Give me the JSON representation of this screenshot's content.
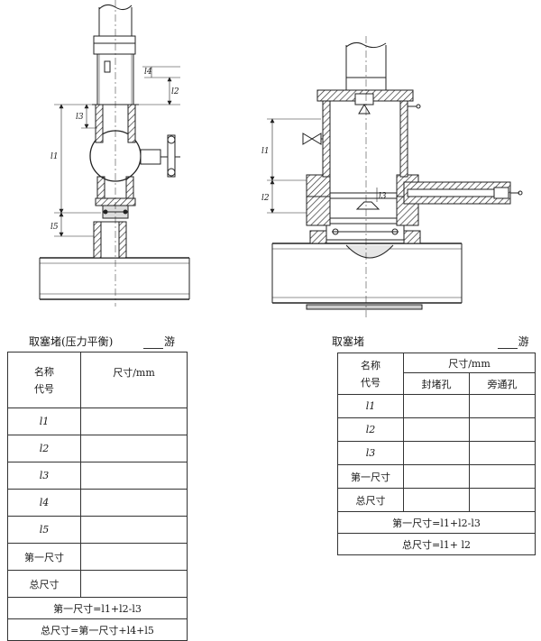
{
  "table1": {
    "caption": "取塞堵(压力平衡)",
    "suffix": "游",
    "header_name": "名称",
    "header_code": "代号",
    "header_size": "尺寸/mm",
    "rows": [
      "l1",
      "l2",
      "l3",
      "l4",
      "l5",
      "第一尺寸",
      "总尺寸"
    ],
    "formula1": "第一尺寸=l1+l2-l3",
    "formula2": "总尺寸=第一尺寸+l4+l5"
  },
  "table2": {
    "caption": "取塞堵",
    "suffix": "游",
    "header_name": "名称",
    "header_code": "代号",
    "header_size": "尺寸/mm",
    "col1": "封堵孔",
    "col2": "旁通孔",
    "rows": [
      "l1",
      "l2",
      "l3",
      "第一尺寸",
      "总尺寸"
    ],
    "formula1": "第一尺寸=l1+l2-l3",
    "formula2": "总尺寸=l1+ l2"
  },
  "diagram_left": {
    "labels": [
      "l1",
      "l2",
      "l3",
      "l4",
      "l5"
    ]
  },
  "diagram_right": {
    "labels": [
      "l1",
      "l2",
      "l3"
    ]
  }
}
